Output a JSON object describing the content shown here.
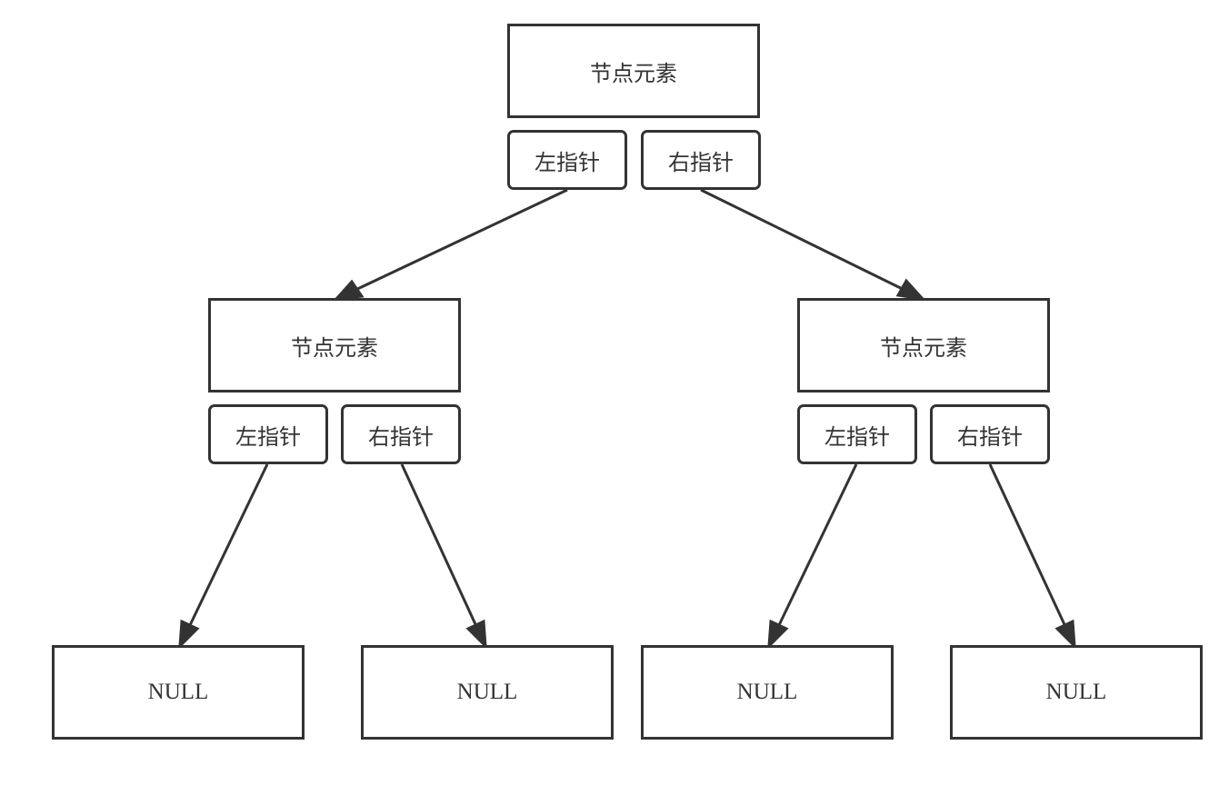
{
  "tree": {
    "root": {
      "element_label": "节点元素",
      "left_label": "左指针",
      "right_label": "右指针"
    },
    "left_child": {
      "element_label": "节点元素",
      "left_label": "左指针",
      "right_label": "右指针"
    },
    "right_child": {
      "element_label": "节点元素",
      "left_label": "左指针",
      "right_label": "右指针"
    },
    "leaves": [
      {
        "label": "NULL"
      },
      {
        "label": "NULL"
      },
      {
        "label": "NULL"
      },
      {
        "label": "NULL"
      }
    ]
  },
  "colors": {
    "stroke": "#333333",
    "background": "#ffffff"
  }
}
